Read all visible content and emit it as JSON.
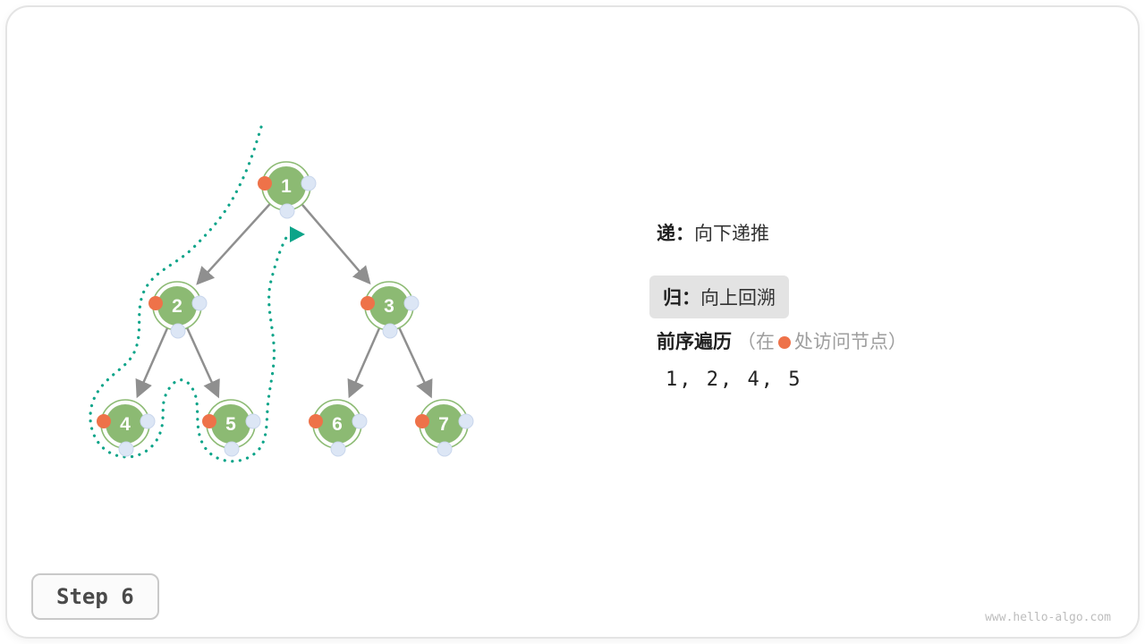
{
  "legend": {
    "down": {
      "label": "递：",
      "text": "向下递推"
    },
    "up": {
      "label": "归：",
      "text": "向上回溯"
    }
  },
  "traversal": {
    "title": "前序遍历",
    "note_open": "（在",
    "note_close": "处访问节点）",
    "result": "1, 2, 4, 5"
  },
  "tree": {
    "nodes": [
      {
        "value": "1"
      },
      {
        "value": "2"
      },
      {
        "value": "3"
      },
      {
        "value": "4"
      },
      {
        "value": "5"
      },
      {
        "value": "6"
      },
      {
        "value": "7"
      }
    ]
  },
  "step": {
    "label": "Step 6"
  },
  "footer": {
    "watermark": "www.hello-algo.com"
  },
  "colors": {
    "node_green": "#8cba73",
    "visit_orange": "#ee7249",
    "slot_blue": "#dce6f5",
    "edge_gray": "#8f8f8f",
    "traversal_teal": "#0ca489",
    "highlight_gray": "#e3e3e3",
    "note_gray": "#9e9e9e"
  }
}
